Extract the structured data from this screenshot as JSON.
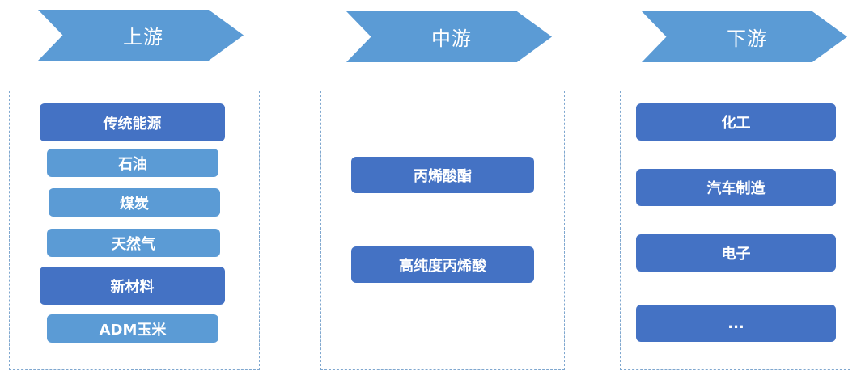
{
  "stages": [
    {
      "title": "上游"
    },
    {
      "title": "中游"
    },
    {
      "title": "下游"
    }
  ],
  "upstream": {
    "items": [
      "传统能源",
      "石油",
      "煤炭",
      "天然气",
      "新材料",
      "ADM玉米"
    ]
  },
  "midstream": {
    "items": [
      "丙烯酸酯",
      "高纯度丙烯酸"
    ]
  },
  "downstream": {
    "items": [
      "化工",
      "汽车制造",
      "电子",
      "..."
    ]
  },
  "colors": {
    "chevron": "#5b9bd5",
    "dark_box": "#4472c4",
    "light_box": "#5b9bd5",
    "panel_border": "#7fa7cf"
  }
}
